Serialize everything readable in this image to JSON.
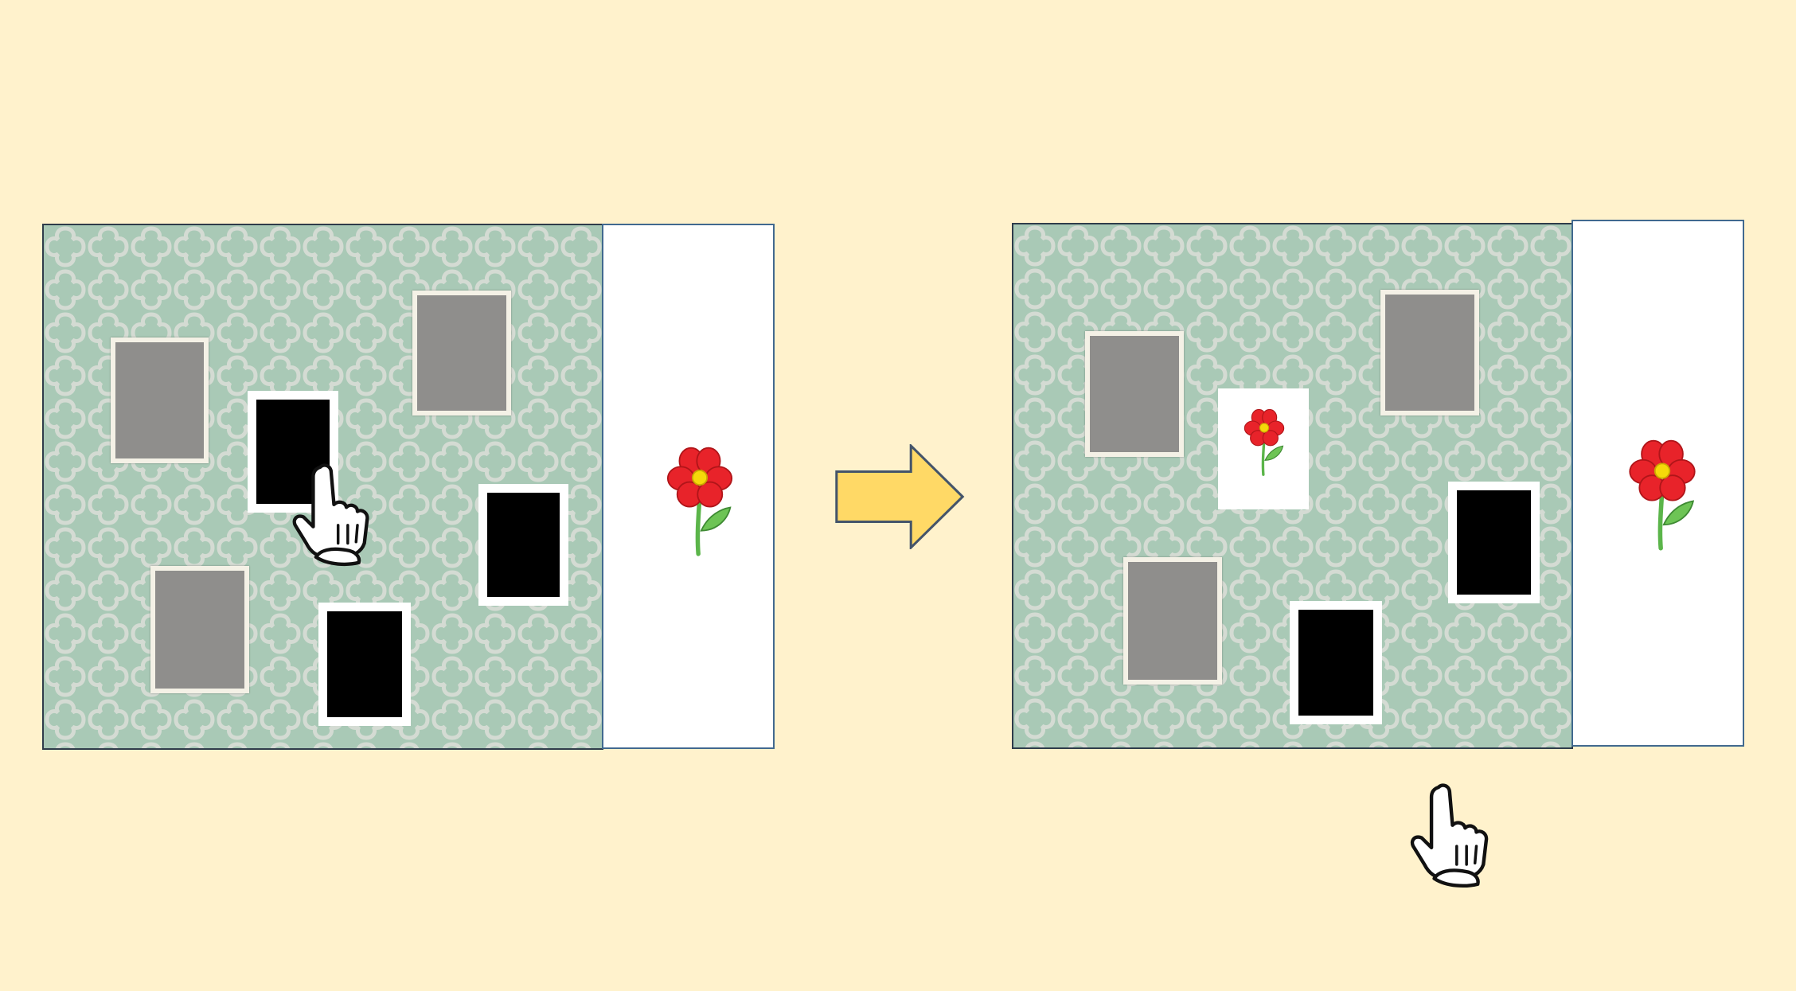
{
  "scene": {
    "before": {
      "cards": [
        "gray",
        "black",
        "gray",
        "black",
        "gray",
        "black"
      ],
      "pointer": "pointing-hand-icon",
      "target_item": "flower-icon"
    },
    "transition": "right-arrow-icon",
    "after": {
      "cards": [
        "gray",
        "flower",
        "gray",
        "black",
        "gray",
        "black"
      ],
      "pointer": "pointing-hand-icon",
      "target_item": "flower-icon"
    }
  },
  "colors": {
    "background": "#fff2cc",
    "board": "#a9c9b6",
    "card_back": "#8f8e8c",
    "card_selected": "#000000",
    "arrow": "#ffd966",
    "flower_petal": "#e8232a",
    "flower_center": "#f5d90a",
    "stem": "#5bb54a"
  }
}
